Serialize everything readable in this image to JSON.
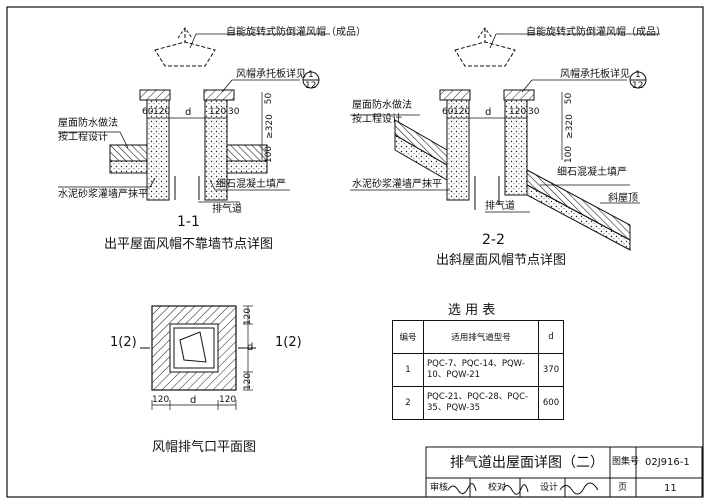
{
  "drawing_1_1": {
    "cap_label": "自能旋转式防倒灌风帽（成品）",
    "support_plate_label": "风帽承托板详见",
    "detail_ref_top": "1",
    "detail_ref_bottom": "12",
    "waterproof_label_line1": "屋面防水做法",
    "waterproof_label_line2": "按工程设计",
    "mortar_label": "水泥砂浆灌墙严抹平",
    "concrete_label": "细石混凝土填严",
    "duct_label": "排气道",
    "dim_60": "60",
    "dim_120_left": "120",
    "dim_d": "d",
    "dim_120_right": "120",
    "dim_30": "30",
    "dim_50": "50",
    "dim_320": "≥320",
    "dim_100": "100",
    "section_id": "1-1",
    "caption": "出平屋面风帽不靠墙节点详图"
  },
  "drawing_2_2": {
    "cap_label": "自能旋转式防倒灌风帽（成品）",
    "support_plate_label": "风帽承托板详见",
    "detail_ref_top": "1",
    "detail_ref_bottom": "12",
    "waterproof_label_line1": "屋面防水做法",
    "waterproof_label_line2": "按工程设计",
    "mortar_label": "水泥砂浆灌墙严抹平",
    "concrete_label": "细石混凝土填严",
    "duct_label": "排气道",
    "slope_label": "斜屋顶",
    "dim_60": "60",
    "dim_120_left": "120",
    "dim_d": "d",
    "dim_120_right": "120",
    "dim_30": "30",
    "dim_50": "50",
    "dim_320": "≥320",
    "dim_100": "100",
    "section_id": "2-2",
    "caption": "出斜屋面风帽节点详图"
  },
  "plan": {
    "section_mark_left": "1(2)",
    "section_mark_right": "1(2)",
    "dim_bottom_left": "120",
    "dim_bottom_d": "d",
    "dim_bottom_right": "120",
    "dim_side_top": "120",
    "dim_side_d": "d",
    "dim_side_bottom": "120",
    "caption": "风帽排气口平面图"
  },
  "selection_table": {
    "title": "选 用 表",
    "headers": [
      "编号",
      "适用排气道型号",
      "d"
    ],
    "rows": [
      {
        "no": "1",
        "models": "PQC-7、PQC-14、PQW-10、PQW-21",
        "d": "370"
      },
      {
        "no": "2",
        "models": "PQC-21、PQC-28、PQC-35、PQW-35",
        "d": "600"
      }
    ]
  },
  "title_block": {
    "title": "排气道出屋面详图（二）",
    "atlas_label": "图集号",
    "atlas_no": "02J916-1",
    "review_label": "审核",
    "check_label": "校对",
    "design_label": "设计",
    "page_label": "页",
    "page_no": "11"
  }
}
